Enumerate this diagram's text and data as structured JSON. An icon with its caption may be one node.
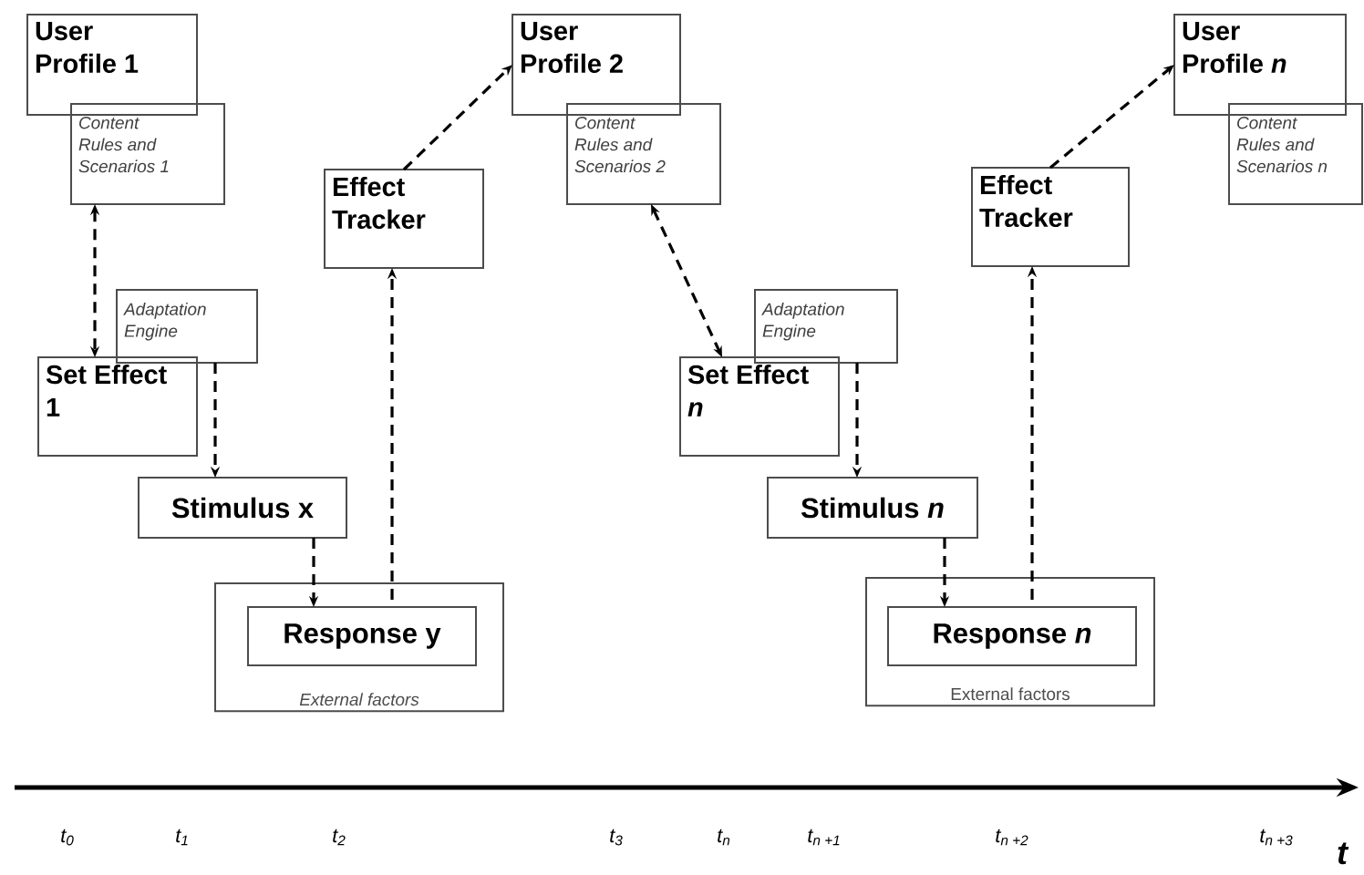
{
  "diagram": {
    "nodes": [
      {
        "text": [
          "User Profile 1"
        ]
      },
      {
        "text": [
          "Content Rules and Scenarios 1"
        ]
      },
      {
        "text": [
          "Effect Tracker"
        ]
      },
      {
        "text": [
          "User Profile 2"
        ]
      },
      {
        "text": [
          "Content Rules and Scenarios 2"
        ]
      },
      {
        "text": [
          "Effect Tracker"
        ]
      },
      {
        "text": [
          "User Profile *n*"
        ]
      },
      {
        "text": [
          "Content Rules and Scenarios *n*"
        ]
      },
      {
        "text": [
          "Adaptation Engine"
        ]
      },
      {
        "text": [
          "Set Effect 1"
        ]
      },
      {
        "text": [
          "Adaptation Engine"
        ]
      },
      {
        "text": [
          "Set Effect *n*"
        ]
      },
      {
        "text": [
          "Stimulus x"
        ]
      },
      {
        "text": [
          "Stimulus *n*"
        ]
      },
      {
        "text": [
          "External factors"
        ]
      },
      {
        "text": [
          "Response y"
        ],
        "in": 14
      },
      {
        "text": [
          "External factors"
        ]
      },
      {
        "text": [
          "Response *n*"
        ],
        "in": 16
      }
    ],
    "edges": [
      {
        "from": 1,
        "to": 9,
        "arrow": "both",
        "style": "dashed"
      },
      {
        "from": 8,
        "to": 12,
        "arrow": "to",
        "style": "dashed"
      },
      {
        "from": 12,
        "to": 15,
        "arrow": "to",
        "style": "dashed"
      },
      {
        "from": 15,
        "to": 2,
        "arrow": "to",
        "style": "dashed"
      },
      {
        "from": 2,
        "to": 3,
        "arrow": "to",
        "style": "dashed"
      },
      {
        "from": 4,
        "to": 11,
        "arrow": "both",
        "style": "dashed"
      },
      {
        "from": 10,
        "to": 13,
        "arrow": "to",
        "style": "dashed"
      },
      {
        "from": 13,
        "to": 17,
        "arrow": "to",
        "style": "dashed"
      },
      {
        "from": 17,
        "to": 5,
        "arrow": "to",
        "style": "dashed"
      },
      {
        "from": 5,
        "to": 6,
        "arrow": "to",
        "style": "dashed"
      }
    ],
    "labels": [
      "t$_{0}$",
      "t$_{1}$",
      "t$_{2}$",
      "t$_{3}$",
      "t$_{n}$",
      "t$_{n +1}$",
      "t$_{n +2}$",
      "t$_{n +3}$",
      "t"
    ]
  }
}
